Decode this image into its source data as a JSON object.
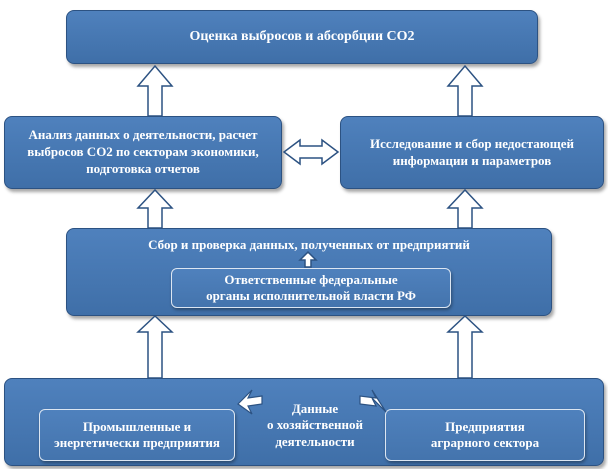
{
  "boxes": {
    "top": "Оценка выбросов и абсорбции СО2",
    "left_mid": "Анализ данных о деятельности,  расчет\nвыбросов СО2 по секторам экономики,\nподготовка отчетов",
    "right_mid": "Исследование и сбор недостающей\nинформации и параметров",
    "collection_title": "Сбор и проверка данных, полученных  от предприятий",
    "federal": "Ответственные федеральные\nорганы исполнительной  власти РФ",
    "industrial": "Промышленные  и\nэнергетически  предприятия",
    "activity_data": "Данные\nо хозяйственной\nдеятельности",
    "agrarian": "Предприятия\nаграрного сектора"
  },
  "colors": {
    "box_fill": "#4f81bd",
    "box_border": "#2c5282",
    "inner_border": "#dce6f2",
    "arrow_fill": "#ffffff",
    "arrow_stroke": "#2c5282"
  }
}
